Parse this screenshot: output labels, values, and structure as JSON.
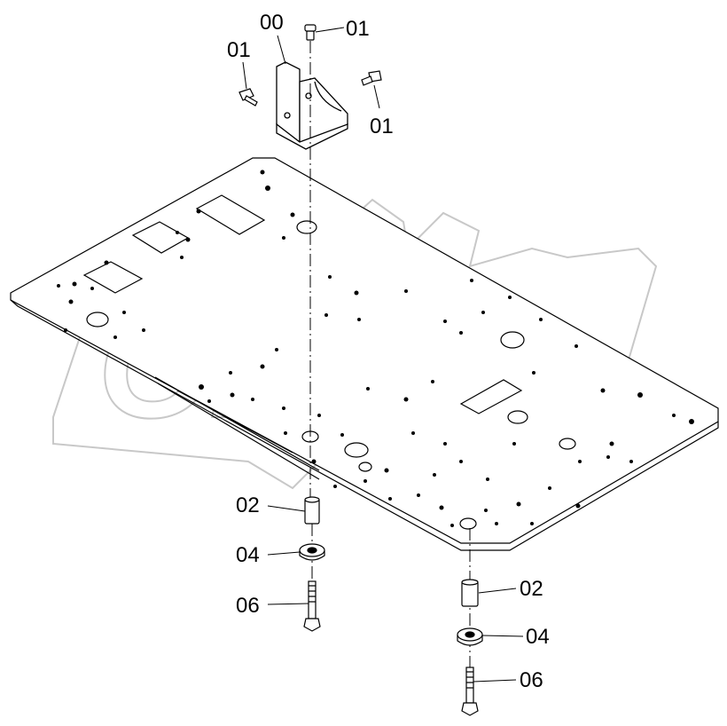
{
  "watermark": {
    "text": "OPEX",
    "color": "#c8c8c8"
  },
  "callouts": {
    "c00": "00",
    "c01a": "01",
    "c01b": "01",
    "c01c": "01",
    "c02a": "02",
    "c02b": "02",
    "c04a": "04",
    "c04b": "04",
    "c06a": "06",
    "c06b": "06"
  },
  "colors": {
    "line": "#000000",
    "fill": "#ffffff"
  }
}
